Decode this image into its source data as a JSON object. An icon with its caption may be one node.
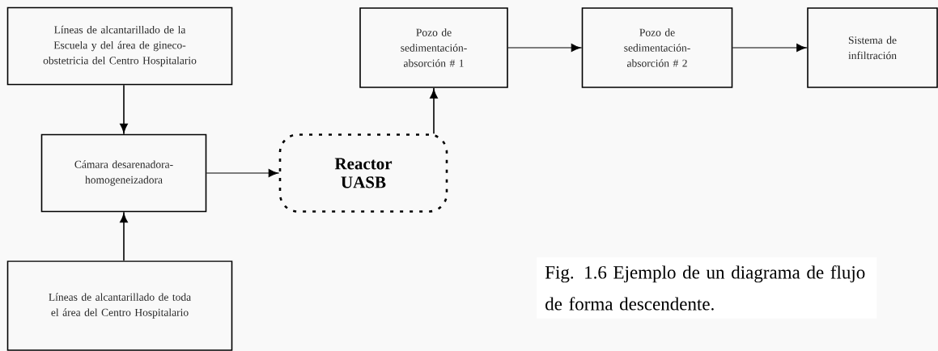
{
  "diagram": {
    "caption": "Fig. 1.6 Ejemplo de un diagrama de flujo de forma descendente.",
    "nodes": [
      {
        "text": [
          "Líneas de alcantarillado de la Escuela y del área de gineco-obstetricia del Centro Hospitalario"
        ]
      },
      {
        "text": [
          "Pozo de sedimentación-absorción # 1"
        ]
      },
      {
        "text": [
          "Pozo de sedimentación-absorción # 2"
        ]
      },
      {
        "text": [
          "Sistema de infiltración"
        ]
      },
      {
        "text": [
          "Cámara desarenadora-homogeneizadora"
        ]
      },
      {
        "text": [
          "Reactor UASB"
        ]
      },
      {
        "text": [
          "Líneas de alcantarillado de toda el área del Centro Hospitalario"
        ]
      }
    ],
    "edges": [
      {
        "from": 0,
        "to": 4,
        "arrow": "to"
      },
      {
        "from": 6,
        "to": 4,
        "arrow": "to"
      },
      {
        "from": 4,
        "to": 5,
        "arrow": "to"
      },
      {
        "from": 5,
        "to": 1,
        "arrow": "to"
      },
      {
        "from": 1,
        "to": 2,
        "arrow": "to"
      },
      {
        "from": 2,
        "to": 3,
        "arrow": "to"
      }
    ]
  }
}
